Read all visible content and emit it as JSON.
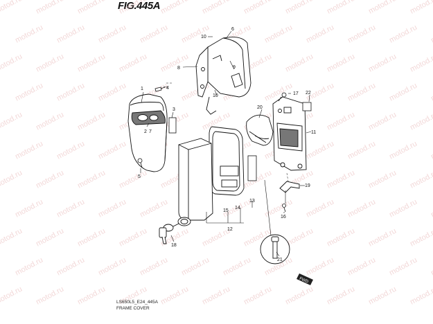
{
  "figure": {
    "title": "FIG.445A",
    "code": "LS650L5_E24_445A",
    "caption": "FRAME COVER",
    "watermark": "motod.ru",
    "fwd_label": "FWD"
  },
  "callouts": {
    "c1": "1",
    "c2": "2",
    "c3": "3",
    "c4": "4",
    "c5": "5",
    "c6": "6",
    "c7": "7",
    "c8": "8",
    "c9": "9",
    "c10a": "10",
    "c10b": "10",
    "c11": "11",
    "c12": "12",
    "c13": "13",
    "c14": "14",
    "c15": "15",
    "c16": "16",
    "c17": "17",
    "c18": "18",
    "c19": "19",
    "c20": "20",
    "c21": "21",
    "c22": "22"
  }
}
